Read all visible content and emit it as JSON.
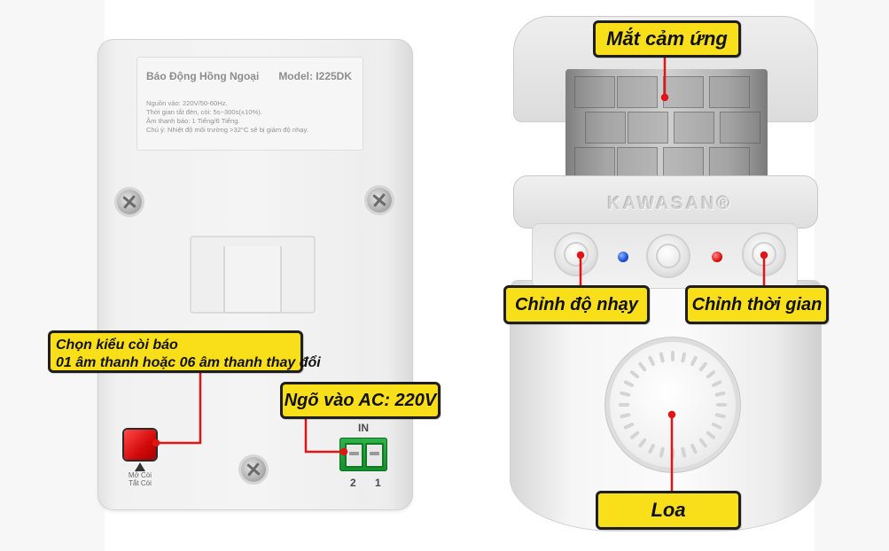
{
  "back_label": {
    "title": "Báo Động Hồng Ngoại",
    "model": "Model: I225DK",
    "lines": [
      "Nguồn vào: 220V/50-60Hz.",
      "Thời gian tắt đèn, còi: 5s~300s(±10%).",
      "Âm thanh báo: 1 Tiếng/6 Tiếng.",
      "Chú ý: Nhiệt độ môi trường >32°C  sẽ bị giảm độ nhạy."
    ]
  },
  "back_controls": {
    "button_caption_line1": "Mở Còi",
    "button_caption_line2": "Tắt Còi",
    "terminal_label": "IN",
    "terminal_numbers": [
      "2",
      "1"
    ]
  },
  "sensor": {
    "brand": "KAWASAN®"
  },
  "callouts": {
    "sensor_eye": "Mắt cảm ứng",
    "sensitivity": "Chỉnh độ nhạy",
    "time_adjust": "Chỉnh thời gian",
    "speaker": "Loa",
    "ac_input": "Ngõ vào AC: 220V",
    "siren_line1": "Chọn kiểu còi báo",
    "siren_line2": "01 âm thanh hoặc 06 âm thanh thay đổi"
  },
  "colors": {
    "callout_fill": "#f8df1a",
    "callout_border": "#1e1e1e",
    "leader_line": "#e01515",
    "led_blue": "#1a4fd6",
    "led_red": "#e01010",
    "terminal_green": "#1a9e35",
    "button_red": "#e01010"
  }
}
